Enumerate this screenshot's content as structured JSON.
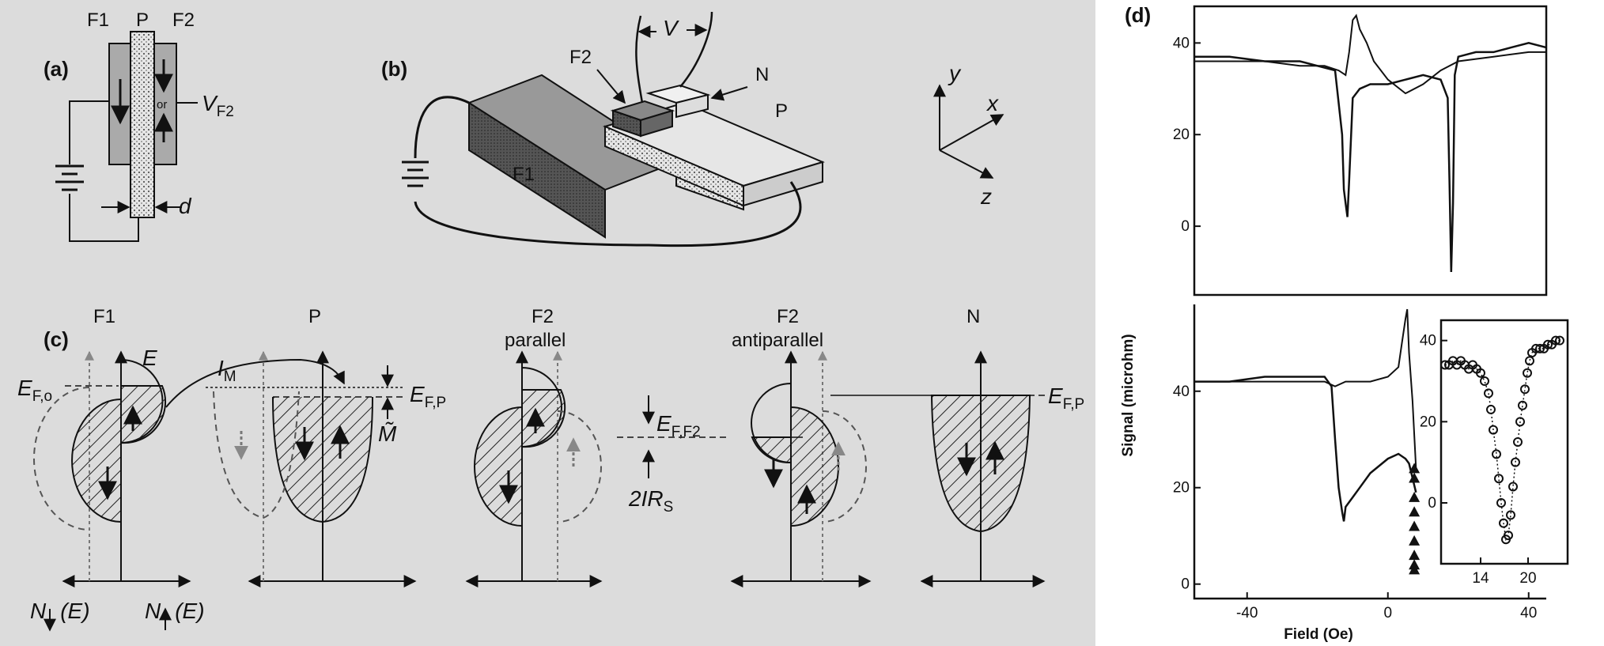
{
  "panel_a": {
    "label": "(a)",
    "f1": "F1",
    "p": "P",
    "f2": "F2",
    "or": "or",
    "vf2_main": "V",
    "vf2_sub": "F2",
    "d": "d"
  },
  "panel_b": {
    "label": "(b)",
    "v": "V",
    "f2": "F2",
    "n": "N",
    "p": "P",
    "f1": "F1",
    "axis_x": "x",
    "axis_y": "y",
    "axis_z": "z"
  },
  "panel_c": {
    "label": "(c)",
    "col_f1": "F1",
    "col_p": "P",
    "col_f2_parallel": "F2",
    "parallel": "parallel",
    "col_f2_antiparallel": "F2",
    "antiparallel": "antiparallel",
    "col_n": "N",
    "e": "E",
    "im_main": "I",
    "im_sub": "M",
    "ef0_main": "E",
    "ef0_sub": "F,o",
    "efp_main": "E",
    "efp_sub": "F,P",
    "eff2_main": "E",
    "eff2_sub": "F,F2",
    "efp2_main": "E",
    "efp2_sub": "F,P",
    "mtilde": "M̃",
    "two_irs_main": "2IR",
    "two_irs_sub": "S",
    "n_down": "N",
    "n_down_arg": "(E)",
    "n_up": "N",
    "n_up_arg": "(E)"
  },
  "panel_d": {
    "label": "(d)",
    "ylabel": "Signal (microhm)",
    "xlabel": "Field (Oe)"
  },
  "chart_data": [
    {
      "type": "line",
      "title": "",
      "xlabel": "",
      "ylabel": "Signal (microhm)",
      "xlim": [
        -55,
        45
      ],
      "ylim": [
        -15,
        48
      ],
      "y_ticks": [
        "40",
        "20",
        "0"
      ],
      "series": [
        {
          "x": [
            -55,
            -45,
            -35,
            -25,
            -20,
            -15,
            -13,
            -12.5,
            -12,
            -11.5,
            -11,
            -10,
            -8,
            -5,
            0,
            5,
            10,
            15,
            17,
            17.5,
            18,
            18.5,
            19,
            20,
            25,
            30,
            35,
            40,
            45
          ],
          "y": [
            37,
            37,
            36,
            36,
            35,
            34,
            20,
            8,
            5,
            2,
            10,
            28,
            30,
            31,
            31,
            32,
            33,
            32,
            28,
            10,
            -10,
            5,
            33,
            37,
            38,
            38,
            39,
            40,
            39
          ]
        },
        {
          "x": [
            -55,
            -45,
            -35,
            -25,
            -18,
            -14,
            -12,
            -11,
            -10,
            -9,
            -8,
            -6,
            -4,
            0,
            5,
            10,
            15,
            20,
            30,
            40,
            45
          ],
          "y": [
            36,
            36,
            36,
            35,
            35,
            34,
            33,
            38,
            45,
            46,
            43,
            40,
            36,
            32,
            29,
            31,
            34,
            36,
            37,
            38,
            38
          ]
        }
      ]
    },
    {
      "type": "line",
      "title": "",
      "xlabel": "Field (Oe)",
      "ylabel": "",
      "xlim": [
        -55,
        45
      ],
      "ylim": [
        -3,
        58
      ],
      "x_ticks": [
        "-40",
        "0",
        "40"
      ],
      "y_ticks": [
        "40",
        "20",
        "0"
      ],
      "series": [
        {
          "x": [
            -55,
            -45,
            -35,
            -25,
            -18,
            -16,
            -15,
            -14,
            -13,
            -12.5,
            -12,
            -11,
            -10,
            -8,
            -5,
            0,
            3,
            5,
            6,
            7,
            8
          ],
          "y": [
            42,
            42,
            43,
            43,
            43,
            41,
            30,
            20,
            15,
            13,
            16,
            17,
            18,
            20,
            23,
            26,
            27,
            26,
            25,
            22,
            19
          ]
        },
        {
          "x": [
            -55,
            -45,
            -35,
            -25,
            -18,
            -15,
            -12,
            -10,
            -5,
            0,
            3,
            4,
            5,
            5.5,
            6,
            7,
            8
          ],
          "y": [
            42,
            42,
            42,
            42,
            42,
            41,
            42,
            42,
            42,
            43,
            45,
            50,
            55,
            57,
            48,
            38,
            24
          ]
        },
        {
          "name": "triangles",
          "x": [
            7.5,
            7.5,
            7.5,
            7.5,
            7.5,
            7.5,
            7.5,
            7.5,
            7.5
          ],
          "y": [
            24,
            22,
            18,
            15,
            12,
            9,
            6,
            4,
            3
          ]
        }
      ]
    },
    {
      "type": "scatter",
      "title": "",
      "xlabel": "",
      "ylabel": "",
      "xlim": [
        9,
        25
      ],
      "ylim": [
        -15,
        45
      ],
      "x_ticks": [
        "14",
        "20"
      ],
      "y_ticks": [
        "40",
        "20",
        "0"
      ],
      "series": [
        {
          "x": [
            9.5,
            10,
            10.5,
            11,
            11.5,
            12,
            12.5,
            13,
            13.5,
            14,
            14.5,
            15,
            15.3,
            15.6,
            16,
            16.3,
            16.6,
            16.9,
            17.2,
            17.5,
            17.8,
            18.1,
            18.4,
            18.7,
            19,
            19.3,
            19.6,
            19.9,
            20.2,
            20.5,
            21,
            21.5,
            22,
            22.5,
            23,
            23.5,
            24
          ],
          "y": [
            34,
            34,
            35,
            34,
            35,
            34,
            33,
            34,
            33,
            32,
            30,
            27,
            23,
            18,
            12,
            6,
            0,
            -5,
            -9,
            -8,
            -3,
            4,
            10,
            15,
            20,
            24,
            28,
            32,
            35,
            37,
            38,
            38,
            38,
            39,
            39,
            40,
            40
          ]
        }
      ]
    }
  ]
}
